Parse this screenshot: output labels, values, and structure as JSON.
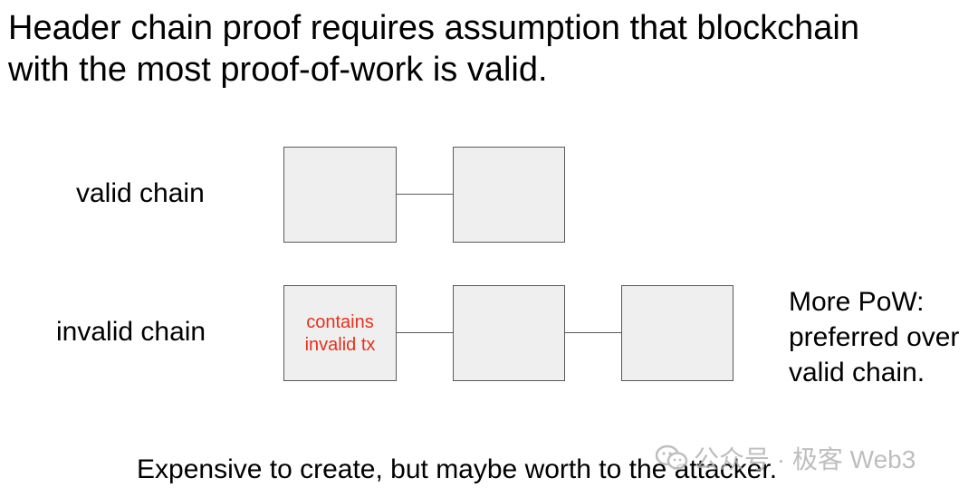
{
  "title": {
    "line1": "Header chain proof requires assumption that blockchain",
    "line2": "with the most proof-of-work is valid."
  },
  "valid_chain": {
    "label": "valid chain",
    "block_count": 2
  },
  "invalid_chain": {
    "label": "invalid chain",
    "block_count": 3,
    "first_block_note": {
      "line1": "contains",
      "line2": "invalid tx"
    }
  },
  "side_note": {
    "line1": "More PoW:",
    "line2": "preferred over",
    "line3": "valid chain."
  },
  "footer": "Expensive to create, but maybe worth to the attacker.",
  "watermark": {
    "icon": "wechat-icon",
    "text": "公众号 · 极客 Web3"
  },
  "colors": {
    "block_fill": "#efefef",
    "block_border": "#595959",
    "note_red": "#e8301c",
    "watermark_gray": "#b3b3b3"
  }
}
